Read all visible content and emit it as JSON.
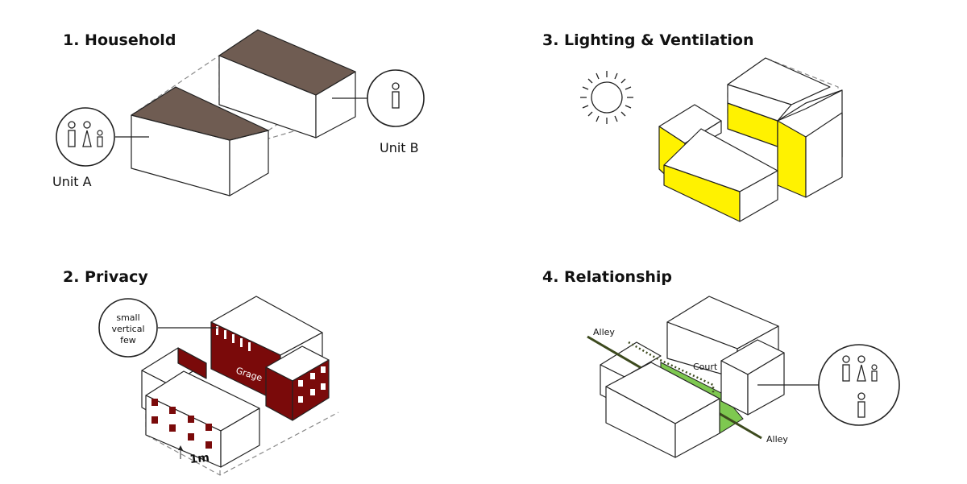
{
  "panels": {
    "household": {
      "title": "1.  Household",
      "unit_a_label": "Unit A",
      "unit_b_label": "Unit B"
    },
    "privacy": {
      "title": "2.  Privacy",
      "callout_lines": [
        "small",
        "vertical",
        "few"
      ],
      "garage_label": "Grage",
      "dimension_label": "1m"
    },
    "lighting": {
      "title": "3.  Lighting  &  Ventilation"
    },
    "relationship": {
      "title": "4.  Relationship",
      "alley_top_label": "Alley",
      "court_label": "Court",
      "alley_bottom_label": "Alley"
    }
  },
  "colors": {
    "roof_brown": "#6f5c52",
    "privacy_red": "#7a0a0a",
    "light_yellow": "#fff200",
    "court_green": "#7ec850",
    "alley_line": "#3d4a1e",
    "outline": "#222222",
    "dashed": "#888888"
  },
  "icons": [
    "family-icon",
    "single-person-icon",
    "sun-icon"
  ]
}
